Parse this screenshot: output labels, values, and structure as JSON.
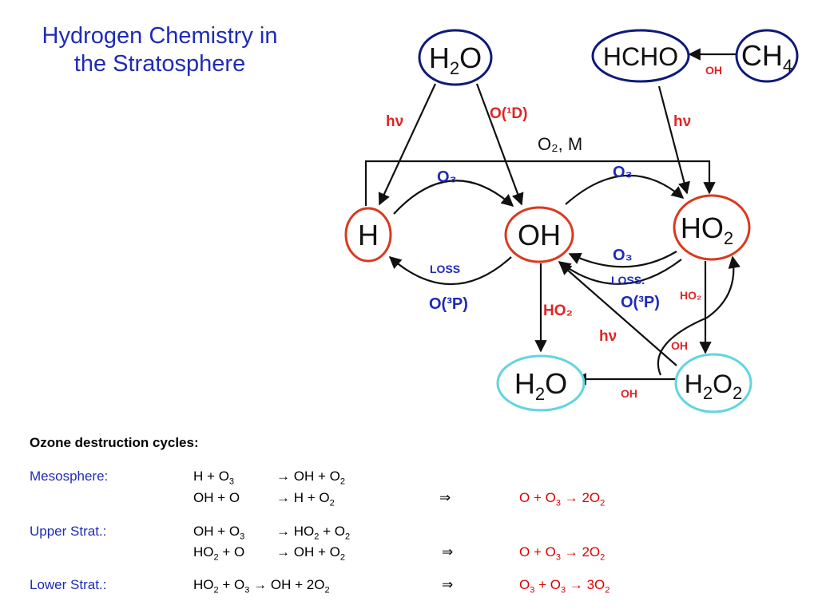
{
  "title": {
    "line1": "Hydrogen Chemistry in",
    "line2": "the Stratosphere"
  },
  "colors": {
    "title": "#1f2bb8",
    "blue_label": "#1f2bb8",
    "red_label": "#e02424",
    "net": "#e00000",
    "node_navy": "#0e1a7a",
    "node_red": "#d83a1e",
    "node_cyan": "#5fd5e0"
  },
  "nodes": {
    "h2o_top": {
      "main": "H",
      "sub": "2",
      "tail": "O"
    },
    "hcho": {
      "text": "HCHO"
    },
    "ch4": {
      "main": "CH",
      "sub": "4"
    },
    "h": {
      "text": "H"
    },
    "oh": {
      "text": "OH"
    },
    "ho2": {
      "main": "HO",
      "sub": "2"
    },
    "h2o_bottom": {
      "main": "H",
      "sub": "2",
      "tail": "O"
    },
    "h2o2": {
      "a": "H",
      "a_sub": "2",
      "b": "O",
      "b_sub": "2"
    }
  },
  "labels": {
    "hv_left": "hν",
    "o1d": "O(¹D)",
    "oh_ch4": "OH",
    "hv_right": "hν",
    "o2m": "O₂, M",
    "o3_left": "O₃",
    "o3_right_top": "O₃",
    "loss_left": "LOSS",
    "o3p_left": "O(³P)",
    "o3_right_lower": "O₃",
    "loss_right": "LOSS.",
    "o3p_right": "O(³P)",
    "ho2_mid": "HO₂",
    "hv_mid": "hν",
    "ho2_right": "HO₂",
    "oh_right": "OH",
    "oh_bottom": "OH"
  },
  "equations": {
    "heading": "Ozone destruction cycles:",
    "mesosphere_label": "Mesosphere:",
    "upper_label": "Upper Strat.:",
    "lower_label": "Lower Strat.:",
    "implies": "⇒",
    "arrow": "→",
    "plus": "+",
    "meso1": {
      "l1": "H",
      "l2": "O",
      "l2s": "3",
      "r1": "OH",
      "r2": "O",
      "r2s": "2"
    },
    "meso2": {
      "l1": "OH",
      "l2": "O",
      "r1": "H",
      "r2": "O",
      "r2s": "2"
    },
    "meso_net": {
      "a": "O",
      "b": "O",
      "bs": "3",
      "c": "2O",
      "cs": "2"
    },
    "up1": {
      "l1": "OH",
      "l2": "O",
      "l2s": "3",
      "r1": "HO",
      "r1s": "2",
      "r2": "O",
      "r2s": "2"
    },
    "up2": {
      "l1": "HO",
      "l1s": "2",
      "l2": "O",
      "r1": "OH",
      "r2": "O",
      "r2s": "2"
    },
    "up_net": {
      "a": "O",
      "b": "O",
      "bs": "3",
      "c": "2O",
      "cs": "2"
    },
    "low1": {
      "l1": "HO",
      "l1s": "2",
      "l2": "O",
      "l2s": "3",
      "r1": "OH",
      "r2": "2O",
      "r2s": "2"
    },
    "low_net": {
      "a": "O",
      "as": "3",
      "b": "O",
      "bs": "3",
      "c": "3O",
      "cs": "2"
    }
  }
}
